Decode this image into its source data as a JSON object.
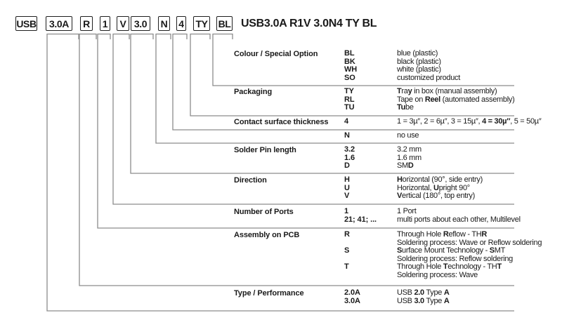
{
  "title": "USB3.0A R1V 3.0N4 TY BL",
  "code_boxes": [
    "USB",
    "3.0A",
    "R",
    "1",
    "V",
    "3.0",
    "N",
    "4",
    "TY",
    "BL"
  ],
  "line_color": "#8c8c8c",
  "sections": [
    {
      "label": "Colour / Special Option",
      "rows": [
        {
          "code": "BL",
          "desc": [
            {
              "t": "blue (plastic)"
            }
          ]
        },
        {
          "code": "BK",
          "desc": [
            {
              "t": "black (plastic)"
            }
          ]
        },
        {
          "code": "WH",
          "desc": [
            {
              "t": "white (plastic)"
            }
          ]
        },
        {
          "code": "SO",
          "desc": [
            {
              "t": "customized product"
            }
          ]
        }
      ]
    },
    {
      "label": "Packaging",
      "rows": [
        {
          "code": "TY",
          "desc": [
            {
              "t": "T",
              "b": true
            },
            {
              "t": "ra"
            },
            {
              "t": "y",
              "b": true
            },
            {
              "t": " in box (manual assembly)"
            }
          ]
        },
        {
          "code": "RL",
          "desc": [
            {
              "t": "Tape on "
            },
            {
              "t": "Reel",
              "b": true
            },
            {
              "t": " (automated assembly)"
            }
          ]
        },
        {
          "code": "TU",
          "desc": [
            {
              "t": "Tu",
              "b": true
            },
            {
              "t": "be"
            }
          ]
        }
      ]
    },
    {
      "label": "Contact surface thickness",
      "rows": [
        {
          "code": "4",
          "desc": [
            {
              "t": "1 = 3µ″, 2 = 6µ″, 3 = 15µ″, "
            },
            {
              "t": "4 = 30µ″",
              "b": true
            },
            {
              "t": ", 5 = 50µ″"
            }
          ]
        }
      ]
    },
    {
      "label": "",
      "rows": [
        {
          "code": "N",
          "desc": [
            {
              "t": "no use"
            }
          ]
        }
      ]
    },
    {
      "label": "Solder Pin length",
      "rows": [
        {
          "code": "3.2",
          "desc": [
            {
              "t": "3.2 mm"
            }
          ]
        },
        {
          "code": "1.6",
          "desc": [
            {
              "t": "1.6 mm"
            }
          ]
        },
        {
          "code": "D",
          "desc": [
            {
              "t": "SM"
            },
            {
              "t": "D",
              "b": true
            }
          ]
        }
      ]
    },
    {
      "label": "Direction",
      "rows": [
        {
          "code": "H",
          "desc": [
            {
              "t": "H",
              "b": true
            },
            {
              "t": "orizontal (90°, side entry)"
            }
          ]
        },
        {
          "code": "U",
          "desc": [
            {
              "t": "Horizontal, "
            },
            {
              "t": "U",
              "b": true
            },
            {
              "t": "pright 90°"
            }
          ]
        },
        {
          "code": "V",
          "desc": [
            {
              "t": "V",
              "b": true
            },
            {
              "t": "ertical (180°, top entry)"
            }
          ]
        }
      ]
    },
    {
      "label": "Number of Ports",
      "rows": [
        {
          "code": "1",
          "desc": [
            {
              "t": "1 Port"
            }
          ]
        },
        {
          "code": "21; 41; ...",
          "desc": [
            {
              "t": "multi ports about each other, Multilevel"
            }
          ]
        }
      ]
    },
    {
      "label": "Assembly on PCB",
      "rows": [
        {
          "code": "R",
          "desc": [
            {
              "t": "Through Hole "
            },
            {
              "t": "R",
              "b": true
            },
            {
              "t": "eflow - TH"
            },
            {
              "t": "R",
              "b": true
            }
          ]
        },
        {
          "code": "",
          "desc": [
            {
              "t": "Soldering process: Wave or Reflow soldering"
            }
          ]
        },
        {
          "code": "S",
          "desc": [
            {
              "t": "S",
              "b": true
            },
            {
              "t": "urface Mount Technology - "
            },
            {
              "t": "S",
              "b": true
            },
            {
              "t": "MT"
            }
          ]
        },
        {
          "code": "",
          "desc": [
            {
              "t": "Soldering process: Reflow soldering"
            }
          ]
        },
        {
          "code": "T",
          "desc": [
            {
              "t": "Through Hole "
            },
            {
              "t": "T",
              "b": true
            },
            {
              "t": "echnology - TH"
            },
            {
              "t": "T",
              "b": true
            }
          ]
        },
        {
          "code": "",
          "desc": [
            {
              "t": "Soldering process: Wave"
            }
          ]
        }
      ]
    },
    {
      "label": "Type / Performance",
      "rows": [
        {
          "code": "2.0A",
          "desc": [
            {
              "t": "USB "
            },
            {
              "t": "2.0",
              "b": true
            },
            {
              "t": " Type "
            },
            {
              "t": "A",
              "b": true
            }
          ]
        },
        {
          "code": "3.0A",
          "desc": [
            {
              "t": "USB "
            },
            {
              "t": "3.0",
              "b": true
            },
            {
              "t": " Type "
            },
            {
              "t": "A",
              "b": true
            }
          ]
        }
      ]
    }
  ]
}
